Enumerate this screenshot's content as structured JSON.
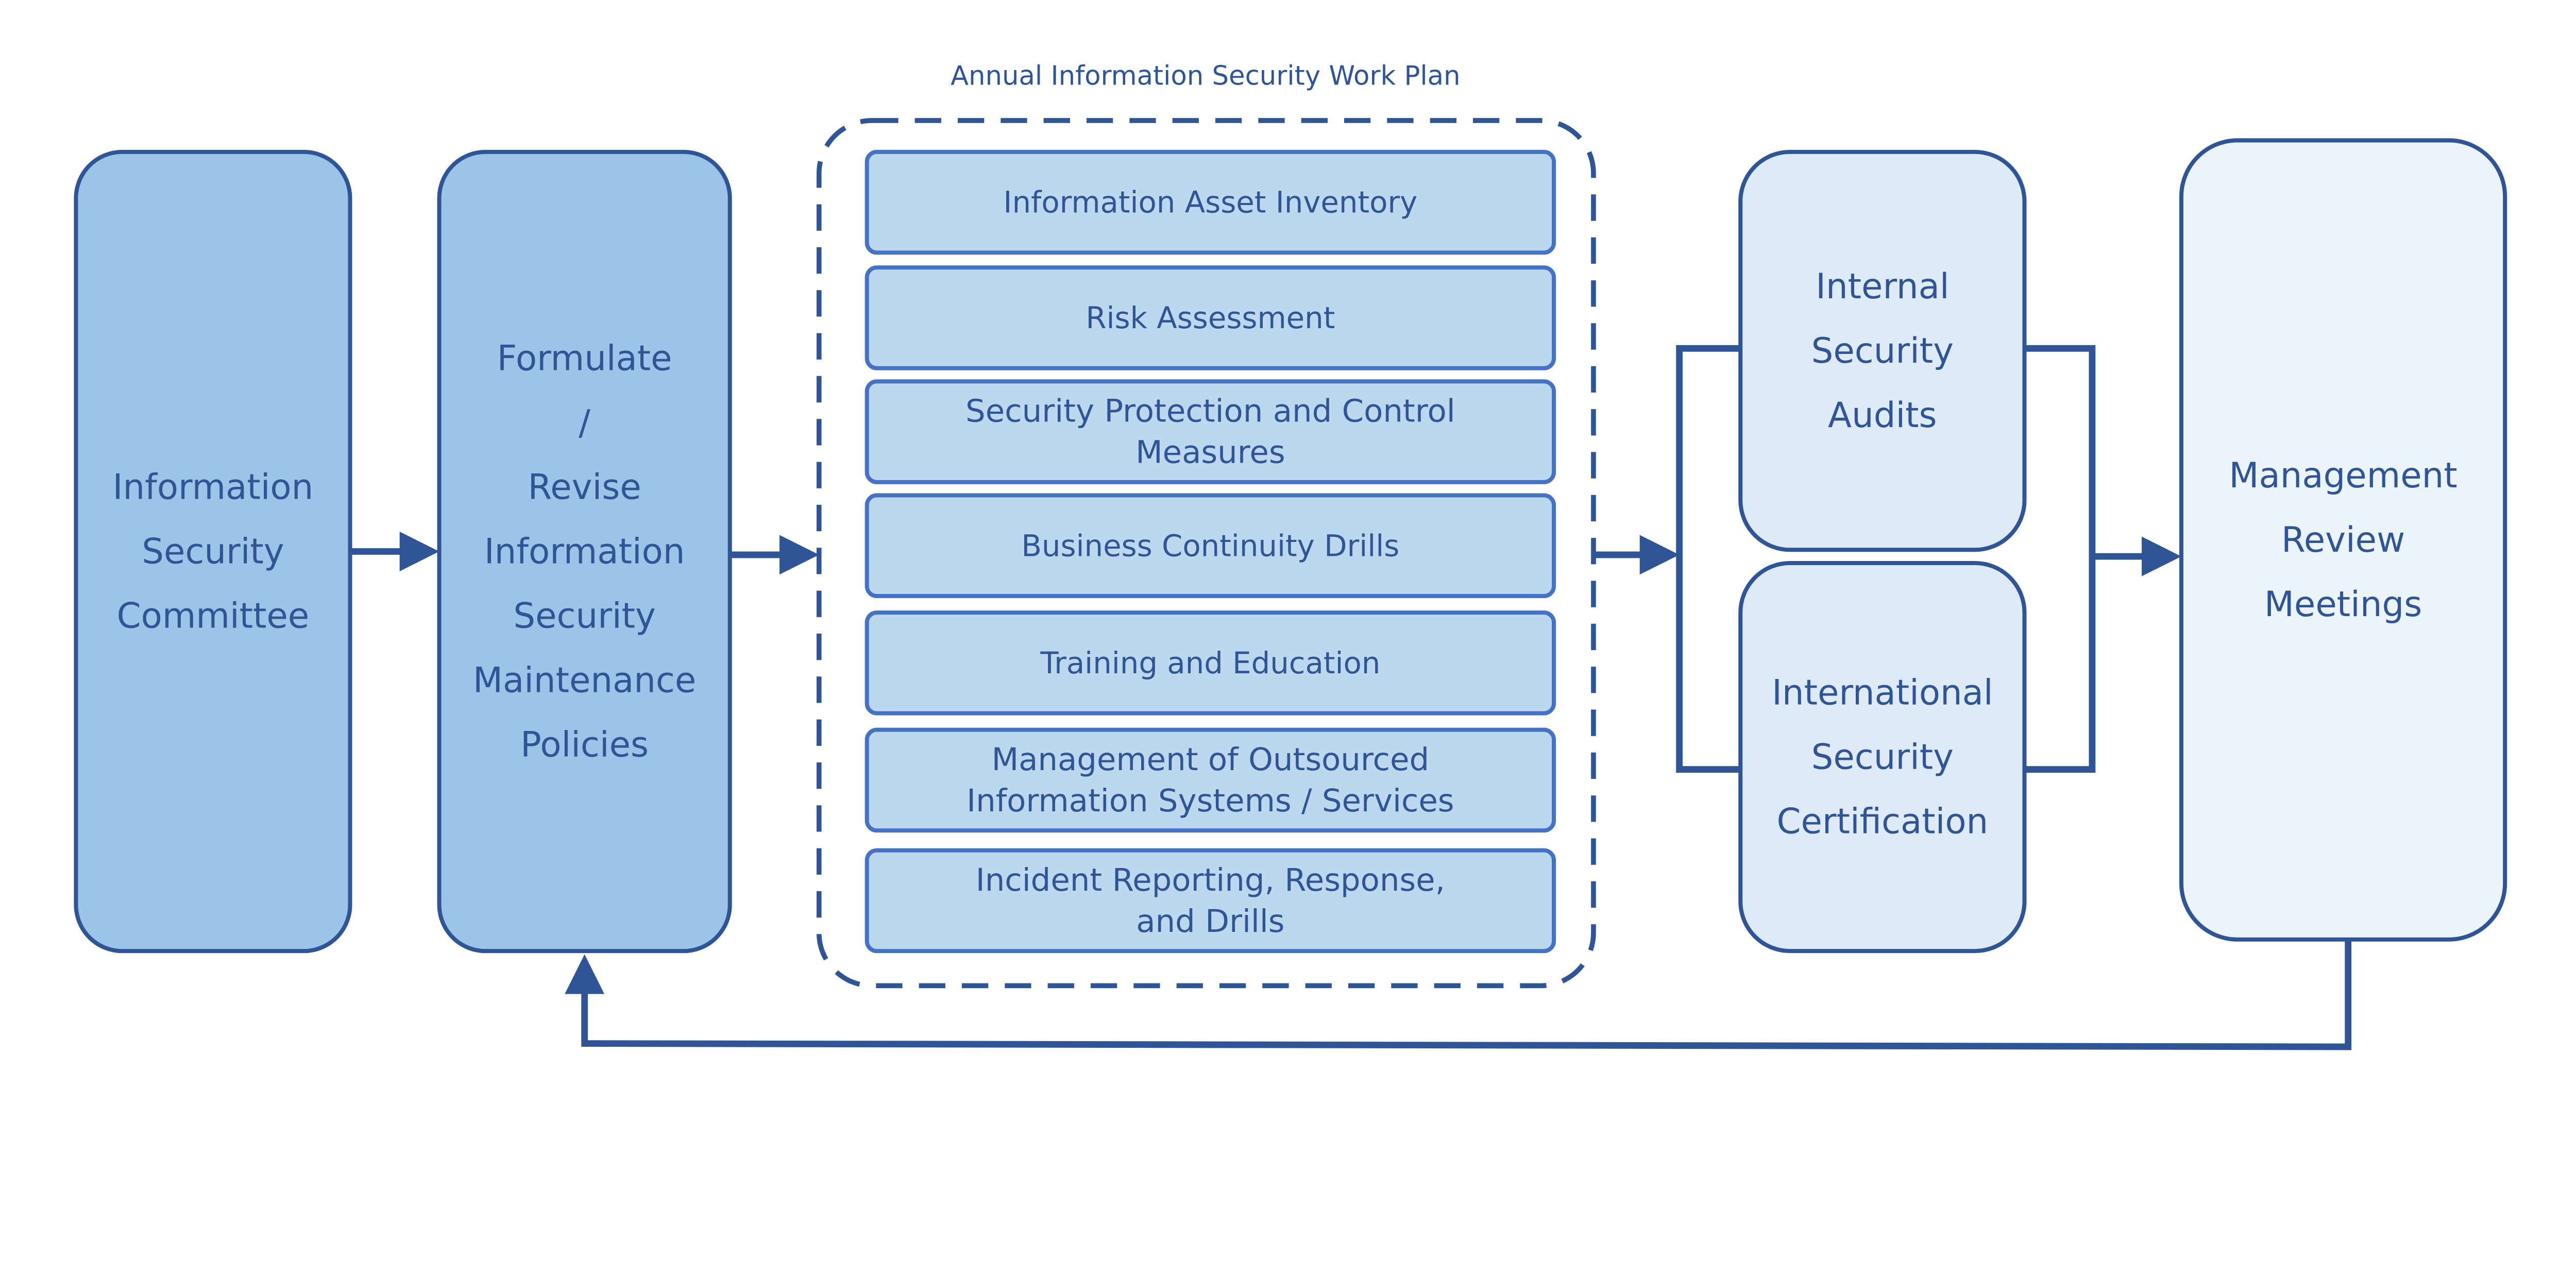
{
  "colors": {
    "stroke": "#2f5597",
    "inner_stroke": "#4472c4",
    "committee_fill": "#9dc3e6",
    "inner_fill": "#bdd7ee",
    "audit_fill": "#deebf7",
    "review_fill": "#ebf3fb",
    "text": "#2f5597"
  },
  "work_plan": {
    "title": "Annual Information Security Work Plan",
    "items": [
      {
        "lines": [
          "Information Asset Inventory"
        ]
      },
      {
        "lines": [
          "Risk Assessment"
        ]
      },
      {
        "lines": [
          "Security Protection and Control",
          "Measures"
        ]
      },
      {
        "lines": [
          "Business Continuity Drills"
        ]
      },
      {
        "lines": [
          "Training and Education"
        ]
      },
      {
        "lines": [
          "Management of Outsourced",
          "Information Systems / Services"
        ]
      },
      {
        "lines": [
          "Incident Reporting, Response,",
          "and Drills"
        ]
      }
    ]
  },
  "committee": {
    "lines": [
      "Information",
      "Security",
      "Committee"
    ]
  },
  "policies": {
    "lines": [
      "Formulate",
      "/",
      "Revise",
      "Information",
      "Security",
      "Maintenance",
      "Policies"
    ]
  },
  "audits": {
    "lines": [
      "Internal",
      "Security",
      "Audits"
    ]
  },
  "certification": {
    "lines": [
      "International",
      "Security",
      "Certification"
    ]
  },
  "review": {
    "lines": [
      "Management",
      "Review",
      "Meetings"
    ]
  }
}
